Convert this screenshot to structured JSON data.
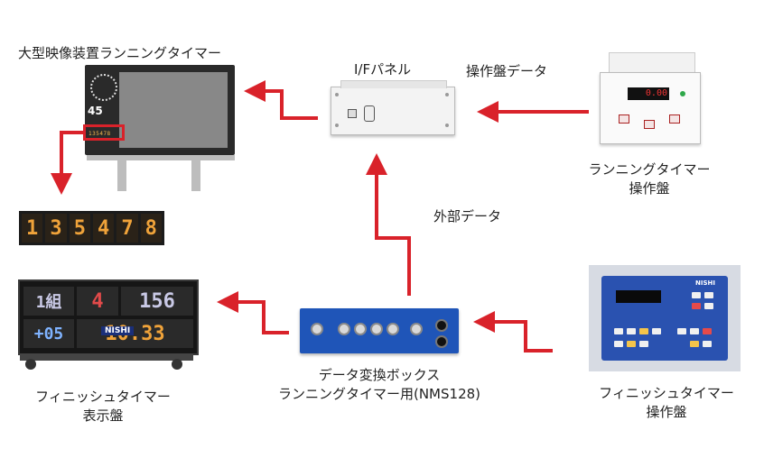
{
  "labels": {
    "big_display": "大型映像装置ランニングタイマー",
    "if_panel": "I/Fパネル",
    "console_data": "操作盤データ",
    "running_timer_console_line1": "ランニングタイマー",
    "running_timer_console_line2": "操作盤",
    "external_data": "外部データ",
    "conv_box_line1": "データ変換ボックス",
    "conv_box_line2": "ランニングタイマー用(NMS128)",
    "finish_display_line1": "フィニッシュタイマー",
    "finish_display_line2": "表示盤",
    "finish_console_line1": "フィニッシュタイマー",
    "finish_console_line2": "操作盤"
  },
  "big_board": {
    "clock_value": "45",
    "small_digits": "135478"
  },
  "led_strip": {
    "digits": [
      "1",
      "3",
      "5",
      "4",
      "7",
      "8"
    ]
  },
  "finish_board": {
    "row1": [
      "1組",
      "4",
      "156"
    ],
    "row2": [
      "+05",
      "10.33"
    ],
    "brand": "NISHI"
  },
  "finish_console": {
    "brand": "NISHI"
  },
  "running_console": {
    "display": "0.00"
  },
  "colors": {
    "arrow": "#d9222a",
    "box_blue": "#1f55b8",
    "led_amber": "#f0a33a"
  }
}
